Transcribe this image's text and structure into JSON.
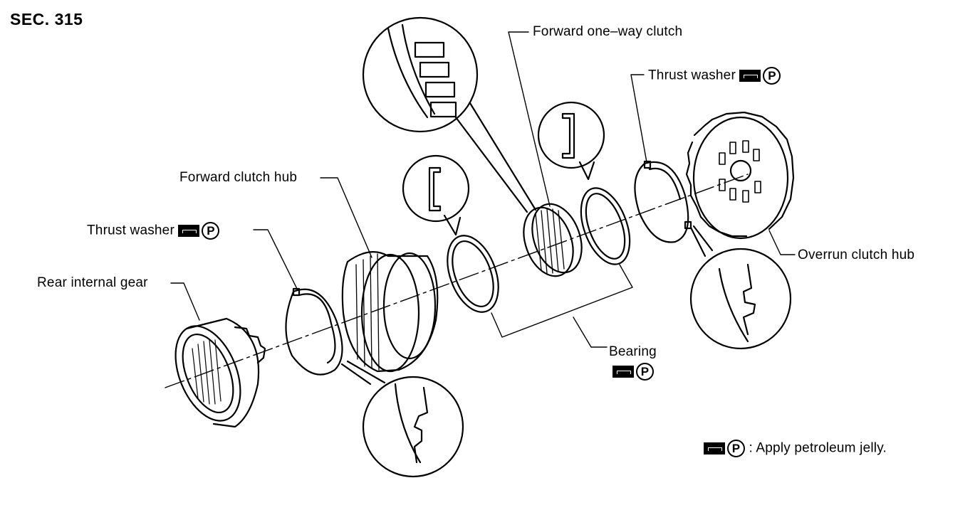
{
  "section": "SEC. 315",
  "labels": {
    "forward_one_way_clutch": "Forward one–way clutch",
    "thrust_washer_top": "Thrust washer",
    "forward_clutch_hub": "Forward clutch hub",
    "thrust_washer_left": "Thrust washer",
    "rear_internal_gear": "Rear internal gear",
    "overrun_clutch_hub": "Overrun clutch hub",
    "bearing": "Bearing"
  },
  "symbols": {
    "petroleum_jelly_icon": "petroleum-jelly-icon",
    "p_letter": "P"
  },
  "legend": {
    "colon": ":",
    "text": "Apply petroleum jelly."
  }
}
